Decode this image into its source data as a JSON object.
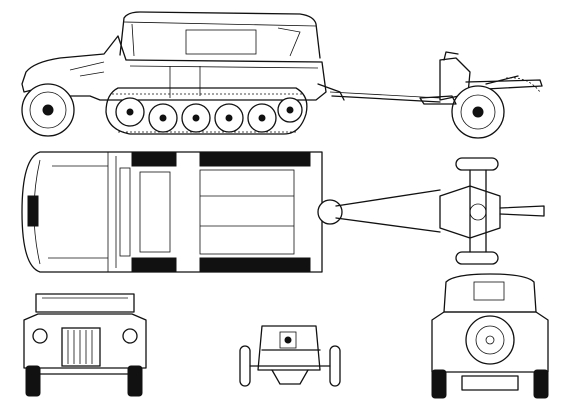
{
  "drawing": {
    "subject": "",
    "line_color": "#111111",
    "background": "#ffffff",
    "views": [
      "side-view",
      "top-view",
      "front-view",
      "gun-front-view",
      "rear-view"
    ]
  }
}
